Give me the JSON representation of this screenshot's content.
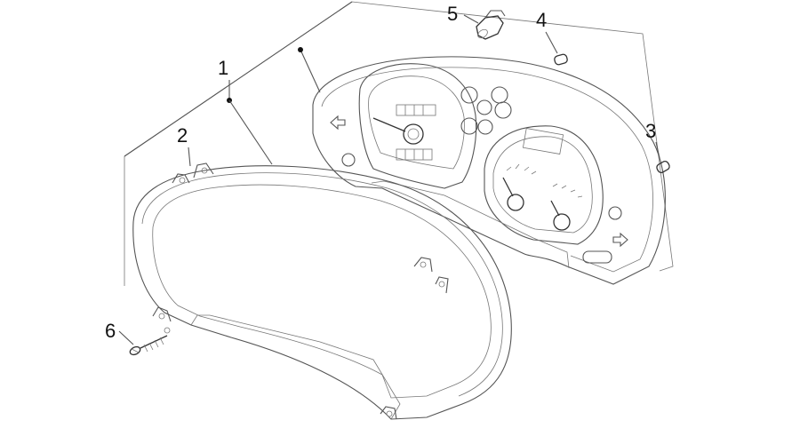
{
  "diagram": {
    "callouts": [
      {
        "id": "1",
        "label": "1"
      },
      {
        "id": "2",
        "label": "2"
      },
      {
        "id": "3",
        "label": "3"
      },
      {
        "id": "4",
        "label": "4"
      },
      {
        "id": "5",
        "label": "5"
      },
      {
        "id": "6",
        "label": "6"
      }
    ],
    "line_color": "#555555",
    "background": "#ffffff"
  }
}
